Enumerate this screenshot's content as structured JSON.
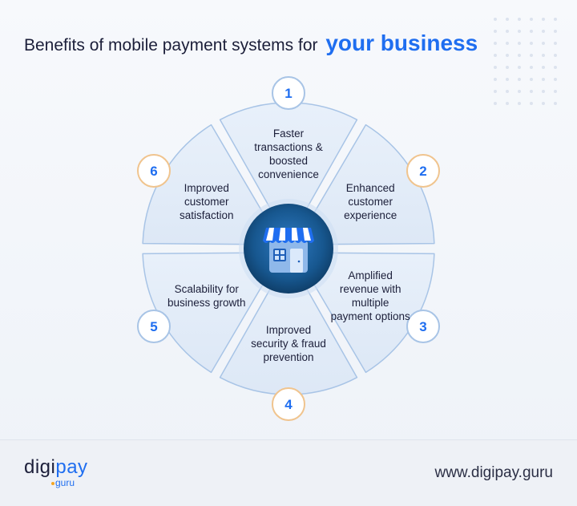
{
  "header": {
    "title_prefix": "Benefits of mobile payment systems for",
    "title_highlight": "your business"
  },
  "benefits": [
    {
      "number": "1",
      "text": "Faster transactions & boosted convenience"
    },
    {
      "number": "2",
      "text": "Enhanced customer experience"
    },
    {
      "number": "3",
      "text": "Amplified revenue with multiple payment options"
    },
    {
      "number": "4",
      "text": "Improved security & fraud prevention"
    },
    {
      "number": "5",
      "text": "Scalability for business growth"
    },
    {
      "number": "6",
      "text": "Improved customer satisfaction"
    }
  ],
  "center": {
    "icon": "storefront-icon"
  },
  "footer": {
    "logo_main_prefix": "digi",
    "logo_main_accent": "pay",
    "logo_sub": "guru",
    "website": "www.digipay.guru"
  },
  "colors": {
    "accent": "#1f6ef0",
    "petal_fill": "#e3ecf8",
    "petal_border": "#a8c4e6",
    "orange_outline": "#f0c48e",
    "center_dark": "#124a7a"
  }
}
